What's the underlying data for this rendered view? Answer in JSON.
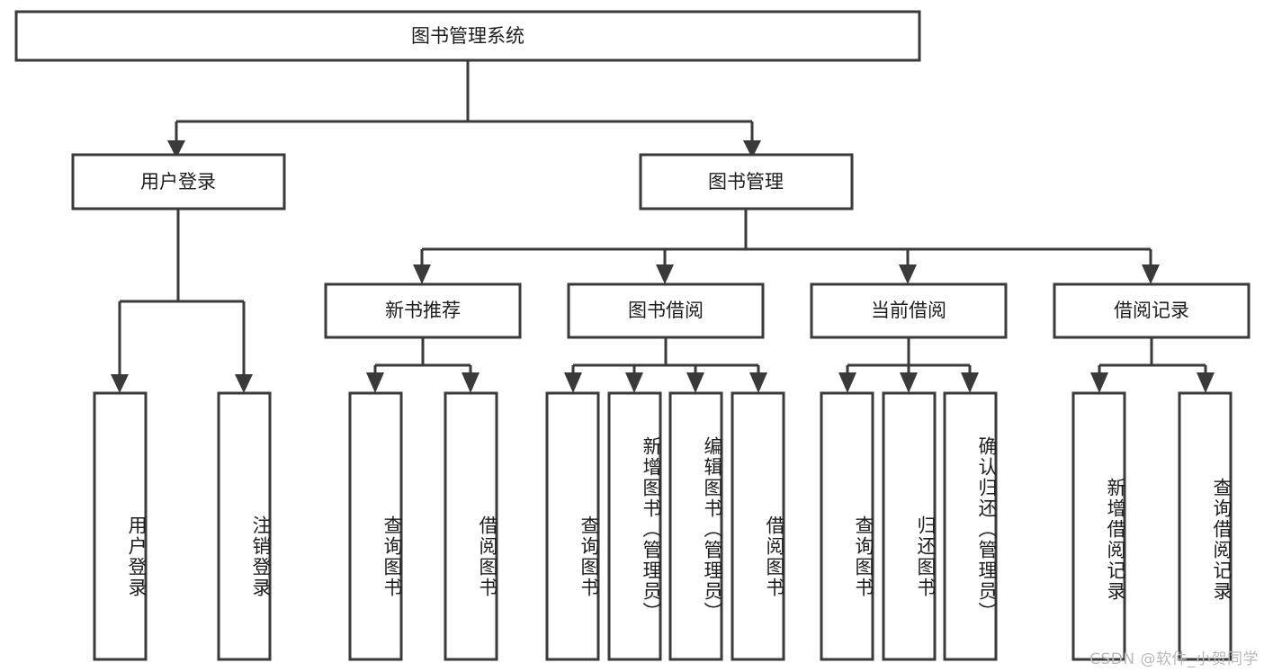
{
  "diagram": {
    "type": "tree-hierarchy",
    "title": "图书管理系统",
    "watermark": "CSDN @软件_小贺同学",
    "colors": {
      "stroke": "#3a3a3a",
      "box_fill": "#ffffff",
      "text": "#1d1d1d",
      "background": "#ffffff",
      "watermark": "#b9b9b9"
    },
    "root": {
      "label": "图书管理系统"
    },
    "level2": [
      {
        "label": "用户登录"
      },
      {
        "label": "图书管理"
      }
    ],
    "level3": [
      {
        "label": "新书推荐"
      },
      {
        "label": "图书借阅"
      },
      {
        "label": "当前借阅"
      },
      {
        "label": "借阅记录"
      }
    ],
    "leaves": {
      "user_login": [
        {
          "label": "用户登录"
        },
        {
          "label": "注销登录"
        }
      ],
      "new_book": [
        {
          "label": "查询图书"
        },
        {
          "label": "借阅图书"
        }
      ],
      "book_borrow": [
        {
          "label": "查询图书"
        },
        {
          "label": "新增图书（管理员）"
        },
        {
          "label": "编辑图书（管理员）"
        },
        {
          "label": "借阅图书"
        }
      ],
      "current_borrow": [
        {
          "label": "查询图书"
        },
        {
          "label": "归还图书"
        },
        {
          "label": "确认归还（管理员）"
        }
      ],
      "borrow_record": [
        {
          "label": "新增借阅记录"
        },
        {
          "label": "查询借阅记录"
        }
      ]
    }
  }
}
